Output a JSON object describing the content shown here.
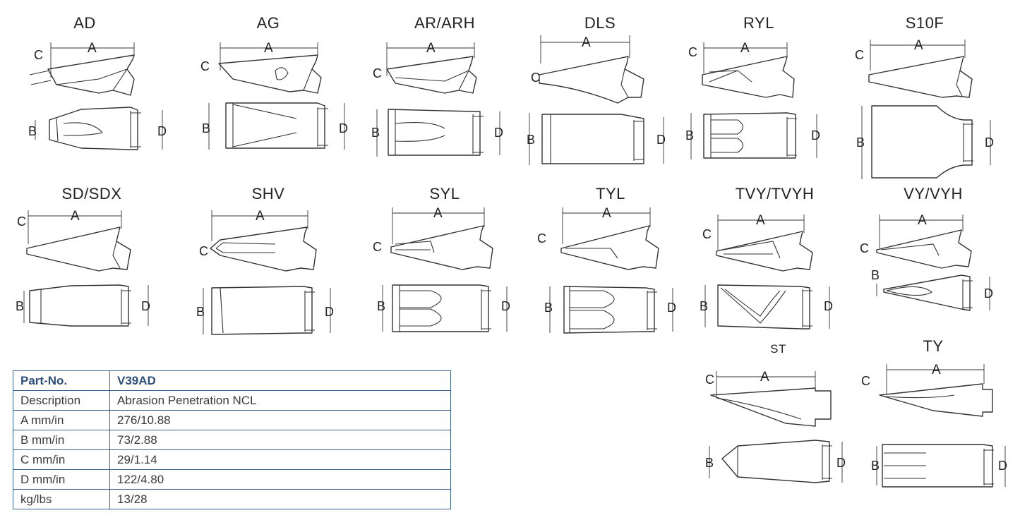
{
  "diagrams": [
    {
      "id": "AD",
      "title": "AD",
      "labels": {
        "A": "A",
        "B": "B",
        "C": "C",
        "D": "D"
      }
    },
    {
      "id": "AG",
      "title": "AG",
      "labels": {
        "A": "A",
        "B": "B",
        "C": "C",
        "D": "D"
      }
    },
    {
      "id": "ARARH",
      "title": "AR/ARH",
      "labels": {
        "A": "A",
        "B": "B",
        "C": "C",
        "D": "D"
      }
    },
    {
      "id": "DLS",
      "title": "DLS",
      "labels": {
        "A": "A",
        "B": "B",
        "C": "C",
        "D": "D"
      }
    },
    {
      "id": "RYL",
      "title": "RYL",
      "labels": {
        "A": "A",
        "B": "B",
        "C": "C",
        "D": "D"
      }
    },
    {
      "id": "S10F",
      "title": "S10F",
      "labels": {
        "A": "A",
        "B": "B",
        "C": "C",
        "D": "D"
      }
    },
    {
      "id": "SDSDX",
      "title": "SD/SDX",
      "labels": {
        "A": "A",
        "B": "B",
        "C": "C",
        "D": "D"
      }
    },
    {
      "id": "SHV",
      "title": "SHV",
      "labels": {
        "A": "A",
        "B": "B",
        "C": "C",
        "D": "D"
      }
    },
    {
      "id": "SYL",
      "title": "SYL",
      "labels": {
        "A": "A",
        "B": "B",
        "C": "C",
        "D": "D"
      }
    },
    {
      "id": "TYL",
      "title": "TYL",
      "labels": {
        "A": "A",
        "B": "B",
        "C": "C",
        "D": "D"
      }
    },
    {
      "id": "TVYTVYH",
      "title": "TVY/TVYH",
      "labels": {
        "A": "A",
        "B": "B",
        "C": "C",
        "D": "D"
      }
    },
    {
      "id": "VYVYH",
      "title": "VY/VYH",
      "labels": {
        "A": "A",
        "B": "B",
        "C": "C",
        "D": "D"
      }
    },
    {
      "id": "ST",
      "title": "ST",
      "labels": {
        "A": "A",
        "B": "B",
        "C": "C",
        "D": "D"
      }
    },
    {
      "id": "TY",
      "title": "TY",
      "labels": {
        "A": "A",
        "B": "B",
        "C": "C",
        "D": "D"
      }
    }
  ],
  "spec_table": {
    "rows": [
      {
        "key": "Part-No.",
        "value": "V39AD"
      },
      {
        "key": "Description",
        "value": "Abrasion Penetration NCL"
      },
      {
        "key": "A mm/in",
        "value": "276/10.88"
      },
      {
        "key": "B mm/in",
        "value": "73/2.88"
      },
      {
        "key": "C mm/in",
        "value": "29/1.14"
      },
      {
        "key": "D mm/in",
        "value": "122/4.80"
      },
      {
        "key": "kg/lbs",
        "value": "13/28"
      }
    ]
  },
  "colors": {
    "table_border": "#3b5f8a",
    "header_text": "#2c4f7c",
    "line": "#333333"
  }
}
